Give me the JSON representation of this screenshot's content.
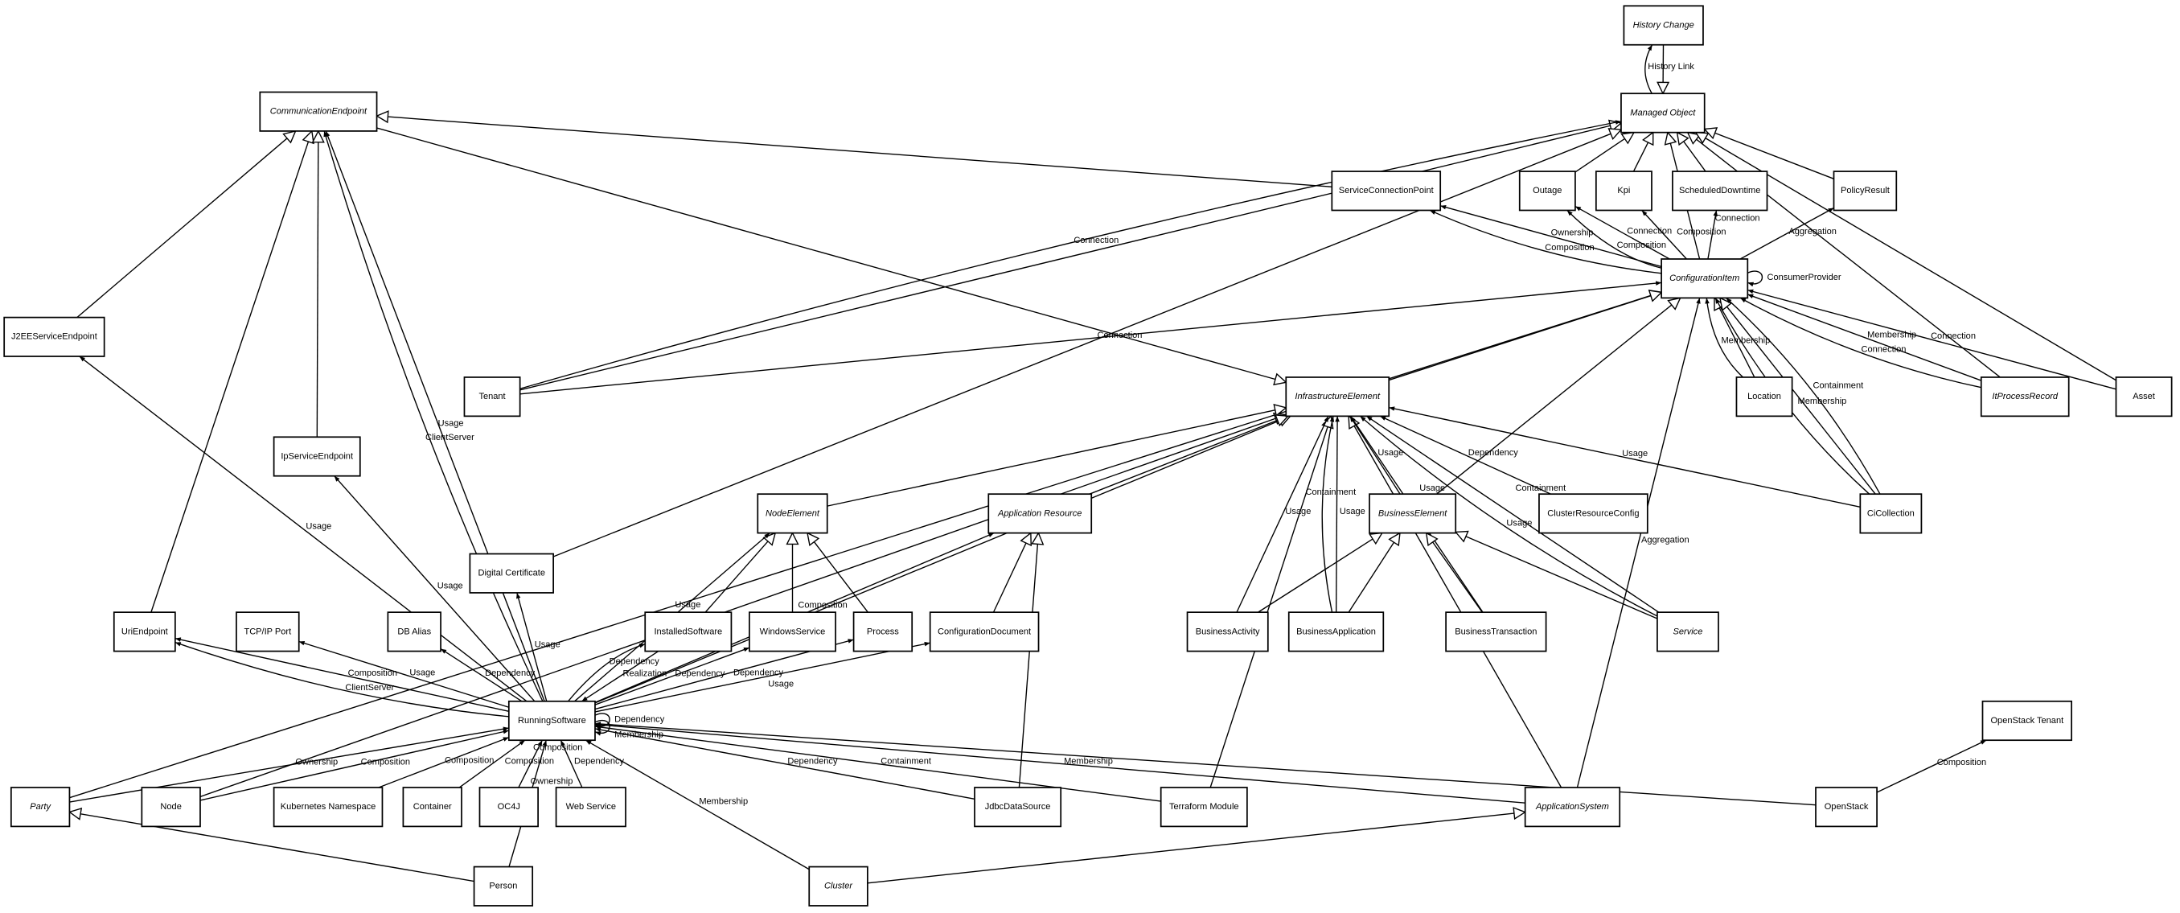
{
  "diagram": {
    "colors": {
      "default_fill": "#ffffff",
      "highlight_fill": "#dcdcf5",
      "stroke": "#000000"
    },
    "nodes": [
      {
        "id": "HistoryChange",
        "label": "History Change",
        "abstract": true
      },
      {
        "id": "ManagedObject",
        "label": "Managed Object",
        "abstract": true
      },
      {
        "id": "CommunicationEndpoint",
        "label": "CommunicationEndpoint",
        "abstract": true
      },
      {
        "id": "ServiceConnectionPoint",
        "label": "ServiceConnectionPoint"
      },
      {
        "id": "Outage",
        "label": "Outage"
      },
      {
        "id": "Kpi",
        "label": "Kpi"
      },
      {
        "id": "ScheduledDowntime",
        "label": "ScheduledDowntime"
      },
      {
        "id": "PolicyResult",
        "label": "PolicyResult"
      },
      {
        "id": "ConfigurationItem",
        "label": "ConfigurationItem",
        "abstract": true
      },
      {
        "id": "J2EEServiceEndpoint",
        "label": "J2EEServiceEndpoint"
      },
      {
        "id": "Tenant",
        "label": "Tenant"
      },
      {
        "id": "InfrastructureElement",
        "label": "InfrastructureElement",
        "abstract": true
      },
      {
        "id": "Location",
        "label": "Location"
      },
      {
        "id": "ItProcessRecord",
        "label": "ItProcessRecord",
        "abstract": true
      },
      {
        "id": "Asset",
        "label": "Asset"
      },
      {
        "id": "IpServiceEndpoint",
        "label": "IpServiceEndpoint"
      },
      {
        "id": "NodeElement",
        "label": "NodeElement",
        "abstract": true
      },
      {
        "id": "ApplicationResource",
        "label": "Application Resource",
        "abstract": true
      },
      {
        "id": "BusinessElement",
        "label": "BusinessElement",
        "abstract": true
      },
      {
        "id": "ClusterResourceConfig",
        "label": "ClusterResourceConfig"
      },
      {
        "id": "CiCollection",
        "label": "CiCollection"
      },
      {
        "id": "DigitalCertificate",
        "label": "Digital Certificate"
      },
      {
        "id": "UriEndpoint",
        "label": "UriEndpoint"
      },
      {
        "id": "TcpIpPort",
        "label": "TCP/IP Port"
      },
      {
        "id": "DbAlias",
        "label": "DB Alias"
      },
      {
        "id": "InstalledSoftware",
        "label": "InstalledSoftware"
      },
      {
        "id": "WindowsService",
        "label": "WindowsService"
      },
      {
        "id": "Process",
        "label": "Process"
      },
      {
        "id": "ConfigurationDocument",
        "label": "ConfigurationDocument"
      },
      {
        "id": "BusinessActivity",
        "label": "BusinessActivity"
      },
      {
        "id": "BusinessApplication",
        "label": "BusinessApplication"
      },
      {
        "id": "BusinessTransaction",
        "label": "BusinessTransaction"
      },
      {
        "id": "Service",
        "label": "Service",
        "abstract": true
      },
      {
        "id": "RunningSoftware",
        "label": "RunningSoftware"
      },
      {
        "id": "OpenStackTenant",
        "label": "OpenStack Tenant"
      },
      {
        "id": "Party",
        "label": "Party",
        "abstract": true
      },
      {
        "id": "Node",
        "label": "Node"
      },
      {
        "id": "KubernetesNamespace",
        "label": "Kubernetes Namespace"
      },
      {
        "id": "Container",
        "label": "Container"
      },
      {
        "id": "OC4J",
        "label": "OC4J"
      },
      {
        "id": "WebService",
        "label": "Web Service"
      },
      {
        "id": "JdbcDataSource",
        "label": "JdbcDataSource"
      },
      {
        "id": "TerraformModule",
        "label": "Terraform Module"
      },
      {
        "id": "ApplicationSystem",
        "label": "ApplicationSystem",
        "abstract": true
      },
      {
        "id": "OpenStack",
        "label": "OpenStack",
        "highlighted": true
      },
      {
        "id": "Person",
        "label": "Person"
      },
      {
        "id": "Cluster",
        "label": "Cluster",
        "abstract": true
      }
    ],
    "edges": [
      {
        "from": "HistoryChange",
        "to": "ManagedObject",
        "kind": "generalization"
      },
      {
        "from": "ManagedObject",
        "to": "HistoryChange",
        "kind": "association",
        "label": "History Link"
      },
      {
        "from": "Outage",
        "to": "ManagedObject",
        "kind": "generalization"
      },
      {
        "from": "Kpi",
        "to": "ManagedObject",
        "kind": "generalization"
      },
      {
        "from": "ScheduledDowntime",
        "to": "ManagedObject",
        "kind": "generalization"
      },
      {
        "from": "PolicyResult",
        "to": "ManagedObject",
        "kind": "generalization"
      },
      {
        "from": "ConfigurationItem",
        "to": "ManagedObject",
        "kind": "generalization"
      },
      {
        "from": "ItProcessRecord",
        "to": "ManagedObject",
        "kind": "generalization"
      },
      {
        "from": "Asset",
        "to": "ManagedObject",
        "kind": "generalization"
      },
      {
        "from": "Tenant",
        "to": "ManagedObject",
        "kind": "generalization"
      },
      {
        "from": "DigitalCertificate",
        "to": "ManagedObject",
        "kind": "generalization"
      },
      {
        "from": "Tenant",
        "to": "ManagedObject",
        "kind": "association",
        "label": "Connection"
      },
      {
        "from": "ServiceConnectionPoint",
        "to": "CommunicationEndpoint",
        "kind": "generalization"
      },
      {
        "from": "J2EEServiceEndpoint",
        "to": "CommunicationEndpoint",
        "kind": "generalization"
      },
      {
        "from": "UriEndpoint",
        "to": "CommunicationEndpoint",
        "kind": "generalization"
      },
      {
        "from": "IpServiceEndpoint",
        "to": "CommunicationEndpoint",
        "kind": "generalization"
      },
      {
        "from": "CommunicationEndpoint",
        "to": "InfrastructureElement",
        "kind": "generalization"
      },
      {
        "from": "ConfigurationItem",
        "to": "ServiceConnectionPoint",
        "kind": "association",
        "label": "Ownership"
      },
      {
        "from": "ConfigurationItem",
        "to": "ServiceConnectionPoint",
        "kind": "association",
        "label": "Composition"
      },
      {
        "from": "ConfigurationItem",
        "to": "Outage",
        "kind": "association",
        "label": "Connection"
      },
      {
        "from": "ConfigurationItem",
        "to": "Outage",
        "kind": "association",
        "label": "Composition"
      },
      {
        "from": "ConfigurationItem",
        "to": "Kpi",
        "kind": "association",
        "label": "Composition"
      },
      {
        "from": "ConfigurationItem",
        "to": "ScheduledDowntime",
        "kind": "association",
        "label": "Connection"
      },
      {
        "from": "ConfigurationItem",
        "to": "PolicyResult",
        "kind": "association",
        "label": "Aggregation"
      },
      {
        "from": "ConfigurationItem",
        "to": "ConfigurationItem",
        "kind": "association",
        "label": "ConsumerProvider"
      },
      {
        "from": "Tenant",
        "to": "ConfigurationItem",
        "kind": "association",
        "label": "Connection"
      },
      {
        "from": "Party",
        "to": "ConfigurationItem",
        "kind": "generalization"
      },
      {
        "from": "InfrastructureElement",
        "to": "ConfigurationItem",
        "kind": "generalization"
      },
      {
        "from": "Location",
        "to": "ConfigurationItem",
        "kind": "generalization"
      },
      {
        "from": "Location",
        "to": "ConfigurationItem",
        "kind": "association",
        "label": "Membership"
      },
      {
        "from": "BusinessElement",
        "to": "ConfigurationItem",
        "kind": "generalization"
      },
      {
        "from": "CiCollection",
        "to": "ConfigurationItem",
        "kind": "generalization"
      },
      {
        "from": "CiCollection",
        "to": "ConfigurationItem",
        "kind": "association",
        "label": "Membership"
      },
      {
        "from": "CiCollection",
        "to": "ConfigurationItem",
        "kind": "association",
        "label": "Containment"
      },
      {
        "from": "ItProcessRecord",
        "to": "ConfigurationItem",
        "kind": "association",
        "label": "Membership"
      },
      {
        "from": "ItProcessRecord",
        "to": "ConfigurationItem",
        "kind": "association",
        "label": "Connection"
      },
      {
        "from": "Asset",
        "to": "ConfigurationItem",
        "kind": "association",
        "label": "Connection"
      },
      {
        "from": "ApplicationSystem",
        "to": "ConfigurationItem",
        "kind": "association",
        "label": "Aggregation"
      },
      {
        "from": "Node",
        "to": "InfrastructureElement",
        "kind": "generalization"
      },
      {
        "from": "RunningSoftware",
        "to": "InfrastructureElement",
        "kind": "generalization"
      },
      {
        "from": "NodeElement",
        "to": "InfrastructureElement",
        "kind": "generalization"
      },
      {
        "from": "ApplicationResource",
        "to": "InfrastructureElement",
        "kind": "generalization"
      },
      {
        "from": "TerraformModule",
        "to": "InfrastructureElement",
        "kind": "generalization"
      },
      {
        "from": "ApplicationSystem",
        "to": "InfrastructureElement",
        "kind": "generalization"
      },
      {
        "from": "BusinessActivity",
        "to": "InfrastructureElement",
        "kind": "association",
        "label": "Usage"
      },
      {
        "from": "BusinessApplication",
        "to": "InfrastructureElement",
        "kind": "association",
        "label": "Usage"
      },
      {
        "from": "BusinessApplication",
        "to": "InfrastructureElement",
        "kind": "association",
        "label": "Containment"
      },
      {
        "from": "BusinessElement",
        "to": "InfrastructureElement",
        "kind": "association",
        "label": "Usage"
      },
      {
        "from": "BusinessTransaction",
        "to": "InfrastructureElement",
        "kind": "association",
        "label": "Usage"
      },
      {
        "from": "ClusterResourceConfig",
        "to": "InfrastructureElement",
        "kind": "association",
        "label": "Dependency"
      },
      {
        "from": "Service",
        "to": "InfrastructureElement",
        "kind": "association",
        "label": "Containment"
      },
      {
        "from": "Service",
        "to": "InfrastructureElement",
        "kind": "association",
        "label": "Usage"
      },
      {
        "from": "CiCollection",
        "to": "InfrastructureElement",
        "kind": "association",
        "label": "Usage"
      },
      {
        "from": "BusinessActivity",
        "to": "BusinessElement",
        "kind": "generalization"
      },
      {
        "from": "BusinessApplication",
        "to": "BusinessElement",
        "kind": "generalization"
      },
      {
        "from": "BusinessTransaction",
        "to": "BusinessElement",
        "kind": "generalization"
      },
      {
        "from": "Service",
        "to": "BusinessElement",
        "kind": "generalization"
      },
      {
        "from": "InstalledSoftware",
        "to": "NodeElement",
        "kind": "generalization"
      },
      {
        "from": "WindowsService",
        "to": "NodeElement",
        "kind": "generalization"
      },
      {
        "from": "Process",
        "to": "NodeElement",
        "kind": "generalization"
      },
      {
        "from": "ConfigurationDocument",
        "to": "ApplicationResource",
        "kind": "generalization"
      },
      {
        "from": "JdbcDataSource",
        "to": "ApplicationResource",
        "kind": "generalization"
      },
      {
        "from": "RunningSoftware",
        "to": "CommunicationEndpoint",
        "kind": "association",
        "label": "Usage"
      },
      {
        "from": "RunningSoftware",
        "to": "CommunicationEndpoint",
        "kind": "association",
        "label": "ClientServer"
      },
      {
        "from": "RunningSoftware",
        "to": "J2EEServiceEndpoint",
        "kind": "association",
        "label": "Usage"
      },
      {
        "from": "RunningSoftware",
        "to": "IpServiceEndpoint",
        "kind": "association",
        "label": "Usage"
      },
      {
        "from": "RunningSoftware",
        "to": "UriEndpoint",
        "kind": "association",
        "label": "Composition"
      },
      {
        "from": "RunningSoftware",
        "to": "UriEndpoint",
        "kind": "association",
        "label": "ClientServer"
      },
      {
        "from": "RunningSoftware",
        "to": "TcpIpPort",
        "kind": "association",
        "label": "Usage"
      },
      {
        "from": "RunningSoftware",
        "to": "DbAlias",
        "kind": "association",
        "label": "Dependency"
      },
      {
        "from": "RunningSoftware",
        "to": "DigitalCertificate",
        "kind": "association",
        "label": "Usage"
      },
      {
        "from": "RunningSoftware",
        "to": "NodeElement",
        "kind": "association",
        "label": "Usage"
      },
      {
        "from": "InstalledSoftware",
        "to": "RunningSoftware",
        "kind": "association",
        "label": "Realization"
      },
      {
        "from": "RunningSoftware",
        "to": "InstalledSoftware",
        "kind": "association",
        "label": "Dependency"
      },
      {
        "from": "RunningSoftware",
        "to": "WindowsService",
        "kind": "association",
        "label": "Dependency"
      },
      {
        "from": "RunningSoftware",
        "to": "Process",
        "kind": "association",
        "label": "Dependency"
      },
      {
        "from": "RunningSoftware",
        "to": "ConfigurationDocument",
        "kind": "association",
        "label": "Usage"
      },
      {
        "from": "RunningSoftware",
        "to": "ApplicationResource",
        "kind": "association",
        "label": "Composition"
      },
      {
        "from": "RunningSoftware",
        "to": "RunningSoftware",
        "kind": "association",
        "label": "Dependency"
      },
      {
        "from": "RunningSoftware",
        "to": "RunningSoftware",
        "kind": "association",
        "label": "Membership"
      },
      {
        "from": "Party",
        "to": "RunningSoftware",
        "kind": "association",
        "label": "Ownership"
      },
      {
        "from": "Node",
        "to": "RunningSoftware",
        "kind": "association",
        "label": "Composition"
      },
      {
        "from": "KubernetesNamespace",
        "to": "RunningSoftware",
        "kind": "association",
        "label": "Composition"
      },
      {
        "from": "Container",
        "to": "RunningSoftware",
        "kind": "association",
        "label": "Composition"
      },
      {
        "from": "OC4J",
        "to": "RunningSoftware",
        "kind": "association",
        "label": "Composition"
      },
      {
        "from": "WebService",
        "to": "RunningSoftware",
        "kind": "association",
        "label": "Dependency"
      },
      {
        "from": "Person",
        "to": "RunningSoftware",
        "kind": "association",
        "label": "Ownership"
      },
      {
        "from": "Cluster",
        "to": "RunningSoftware",
        "kind": "association",
        "label": "Membership"
      },
      {
        "from": "JdbcDataSource",
        "to": "RunningSoftware",
        "kind": "association",
        "label": "Dependency"
      },
      {
        "from": "TerraformModule",
        "to": "RunningSoftware",
        "kind": "association",
        "label": "Containment"
      },
      {
        "from": "ApplicationSystem",
        "to": "RunningSoftware",
        "kind": "association",
        "label": "Membership"
      },
      {
        "from": "OpenStack",
        "to": "RunningSoftware",
        "kind": "association"
      },
      {
        "from": "OpenStack",
        "to": "OpenStackTenant",
        "kind": "association",
        "label": "Composition"
      },
      {
        "from": "Person",
        "to": "Party",
        "kind": "generalization"
      },
      {
        "from": "Cluster",
        "to": "ApplicationSystem",
        "kind": "generalization"
      }
    ]
  }
}
